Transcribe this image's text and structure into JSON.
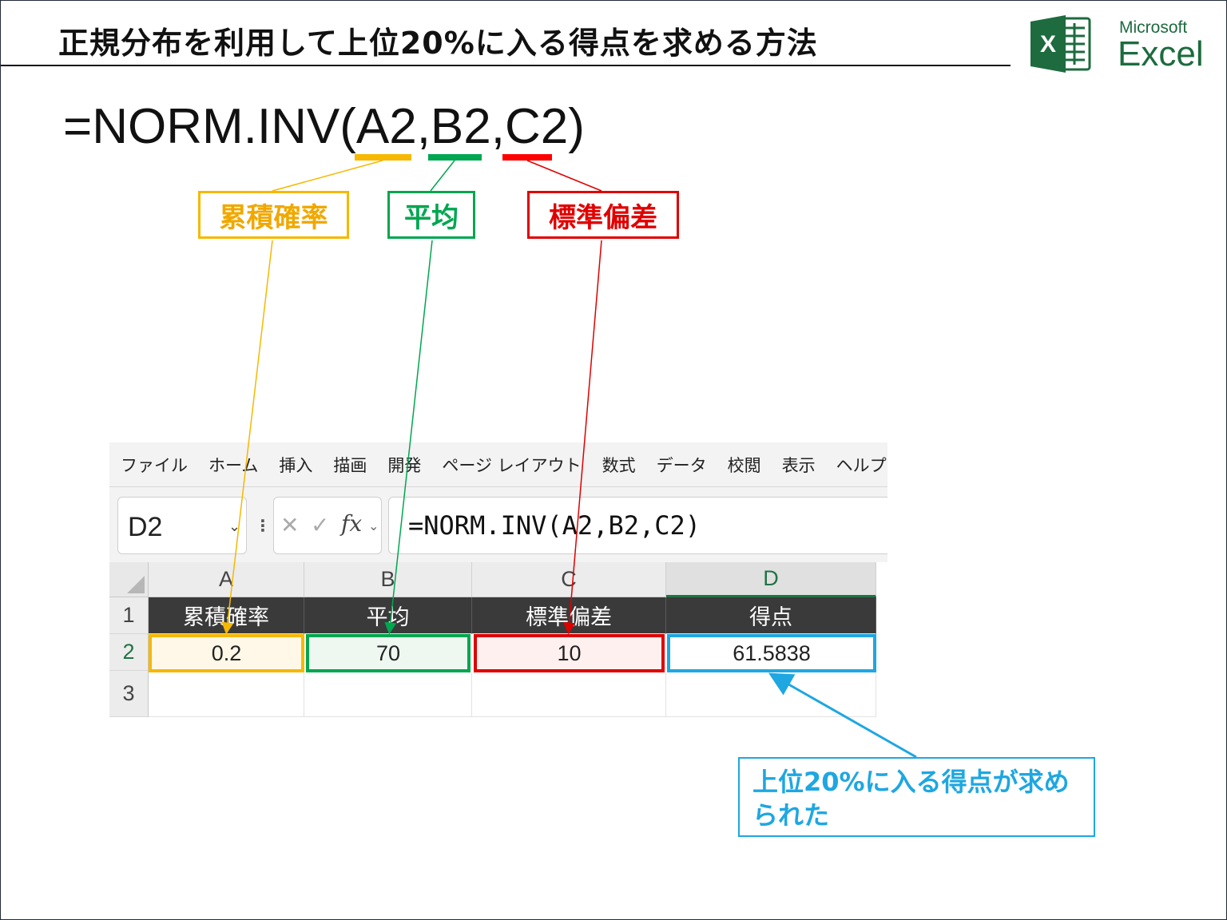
{
  "title": "正規分布を利用して上位20%に入る得点を求める方法",
  "logo": {
    "top": "Microsoft",
    "bottom": "Excel",
    "letter": "X"
  },
  "formula": "=NORM.INV(A2,B2,C2)",
  "labels": {
    "a": "累積確率",
    "b": "平均",
    "c": "標準偏差"
  },
  "colors": {
    "a": "#f6b800",
    "b": "#00a650",
    "c": "#e00000",
    "d": "#1ea7e1",
    "excel_green": "#217346"
  },
  "excel": {
    "menu": [
      "ファイル",
      "ホーム",
      "挿入",
      "描画",
      "開発",
      "ページ レイアウト",
      "数式",
      "データ",
      "校閲",
      "表示",
      "ヘルプ"
    ],
    "name_box": "D2",
    "fx_icons": [
      "cancel-icon",
      "enter-icon",
      "function-icon"
    ],
    "fx_glyph": "fx",
    "formula_bar": "=NORM.INV(A2,B2,C2)",
    "columns": [
      "A",
      "B",
      "C",
      "D"
    ],
    "rows": [
      "1",
      "2",
      "3"
    ],
    "header_row": [
      "累積確率",
      "平均",
      "標準偏差",
      "得点"
    ],
    "value_row": [
      "0.2",
      "70",
      "10",
      "61.5838"
    ]
  },
  "callout": "上位20%に入る得点が求められた"
}
